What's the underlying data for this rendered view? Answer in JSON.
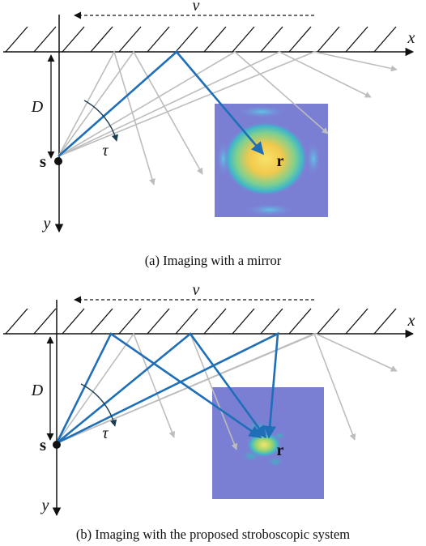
{
  "panels": [
    {
      "caption": "(a) Imaging with a mirror",
      "velocity": "v",
      "axis_x": "x",
      "axis_y": "y",
      "distance": "D",
      "angle": "τ",
      "source": "s",
      "receiver": "r"
    },
    {
      "caption": "(b) Imaging with the proposed stroboscopic system",
      "velocity": "v",
      "axis_x": "x",
      "axis_y": "y",
      "distance": "D",
      "angle": "τ",
      "source": "s",
      "receiver": "r"
    }
  ],
  "colors": {
    "ray_blue": "#1f6fb8",
    "ray_gray": "#bdbdbd",
    "heatmap_bg": "#7b7fd4",
    "heatmap_hot": "#f5e26a"
  }
}
